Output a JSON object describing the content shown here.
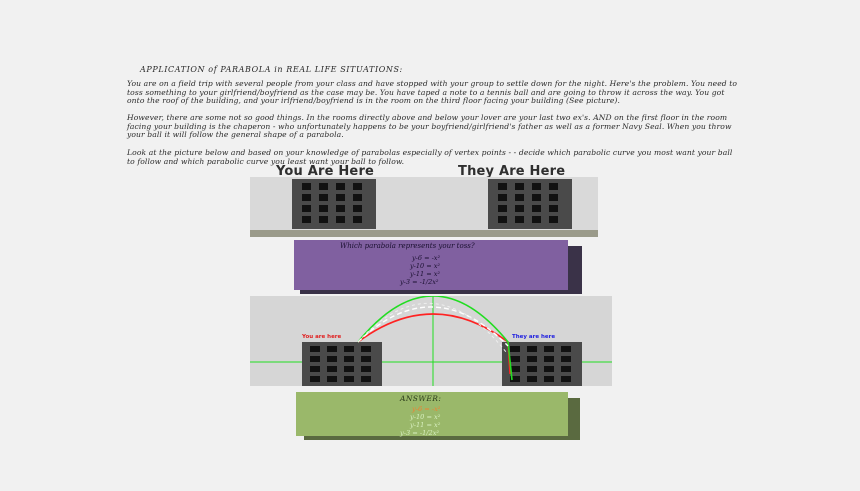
{
  "document": {
    "title": "APPLICATION of PARABOLA in REAL LIFE SITUATIONS:",
    "paragraphs": [
      "You are on a field trip with several people from your class and have stopped with your group to settle down for the night. Here's the problem. You need to toss something to your girlfriend/boyfriend as the case may be. You have taped a note to a tennis ball and are going to throw it across the way. You got onto the roof of the building, and your irlfriend/boyfriend is in the room on the third floor facing your building  (See picture).",
      "However, there are some not so good things. In the rooms directly above and below your lover are your last two ex's. AND on the first floor in the room facing your building is the chaperon - who unfortunately happens to be your boyfriend/girlfriend's father as well as a former Navy Seal.  When you throw your ball it will follow the general shape of a parabola.",
      "Look at the picture below and based on your knowledge of parabolas especially of  vertex points - - decide which parabolic curve you most want your ball to follow and which parabolic curve you least want your ball to follow."
    ]
  },
  "figure1": {
    "left_label": "You Are Here",
    "right_label": "They Are Here"
  },
  "question_box": {
    "question": "Which parabola represents your toss?",
    "equations": [
      "y-6 = -x²",
      "y-10 = x²",
      "y-11 = x²",
      "y-3 = -1/2x²"
    ]
  },
  "figure2": {
    "left_label": "You are here",
    "right_label": "They are here"
  },
  "answer_box": {
    "heading": "ANSWER:",
    "equations": [
      "y-6 = -x²",
      "y-10 = x²",
      "y-11 = x²",
      "y-3 = -1/2x²"
    ]
  },
  "colors": {
    "purple": "#8060a0",
    "green_box": "#9ab86a",
    "curve_green": "#22dd22",
    "curve_red": "#dd1111",
    "curve_white": "#ffffff",
    "label_red": "#e02020",
    "label_blue": "#2020e0"
  }
}
